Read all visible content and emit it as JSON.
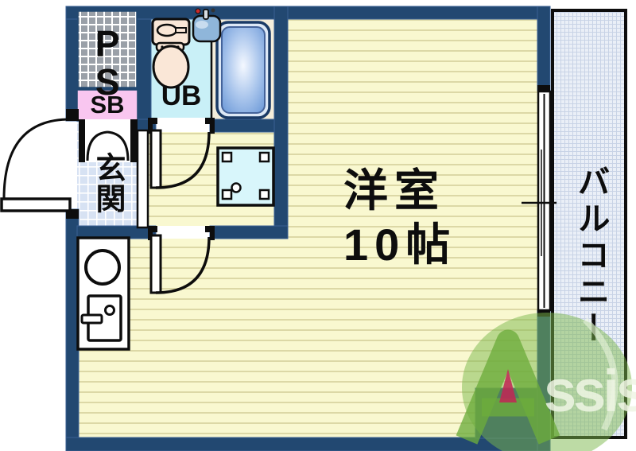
{
  "labels": {
    "pipe_space": "PS",
    "shoe_box": "SB",
    "unit_bath": "UB",
    "entrance": "玄関",
    "main_room_name": "洋室",
    "main_room_size": "10帖",
    "balcony": "バルコニー"
  },
  "watermark": {
    "text": "Assist",
    "initial": "A",
    "rest": "ssist"
  },
  "colors": {
    "wall": "#224871",
    "room_floor": "#f9f8d0",
    "room_floor_line": "#dcd8a6",
    "entrance_tile": "#d7e2f3",
    "unit_bath_floor": "#c9f0f7",
    "bathtub_blue": "#6f9bd9",
    "bathtub_mat": "#f4edda",
    "shoe_box_pink": "#f9c6f0",
    "pipe_space_gray": "#9aa0a8",
    "balcony_floor": "#eaeff7",
    "fixture_cream": "#fae7d7",
    "sink_blue": "#8fb6da",
    "watermark_green": "#7cb84c",
    "watermark_accent": "#c22455",
    "line_black": "#0d0d0d"
  }
}
